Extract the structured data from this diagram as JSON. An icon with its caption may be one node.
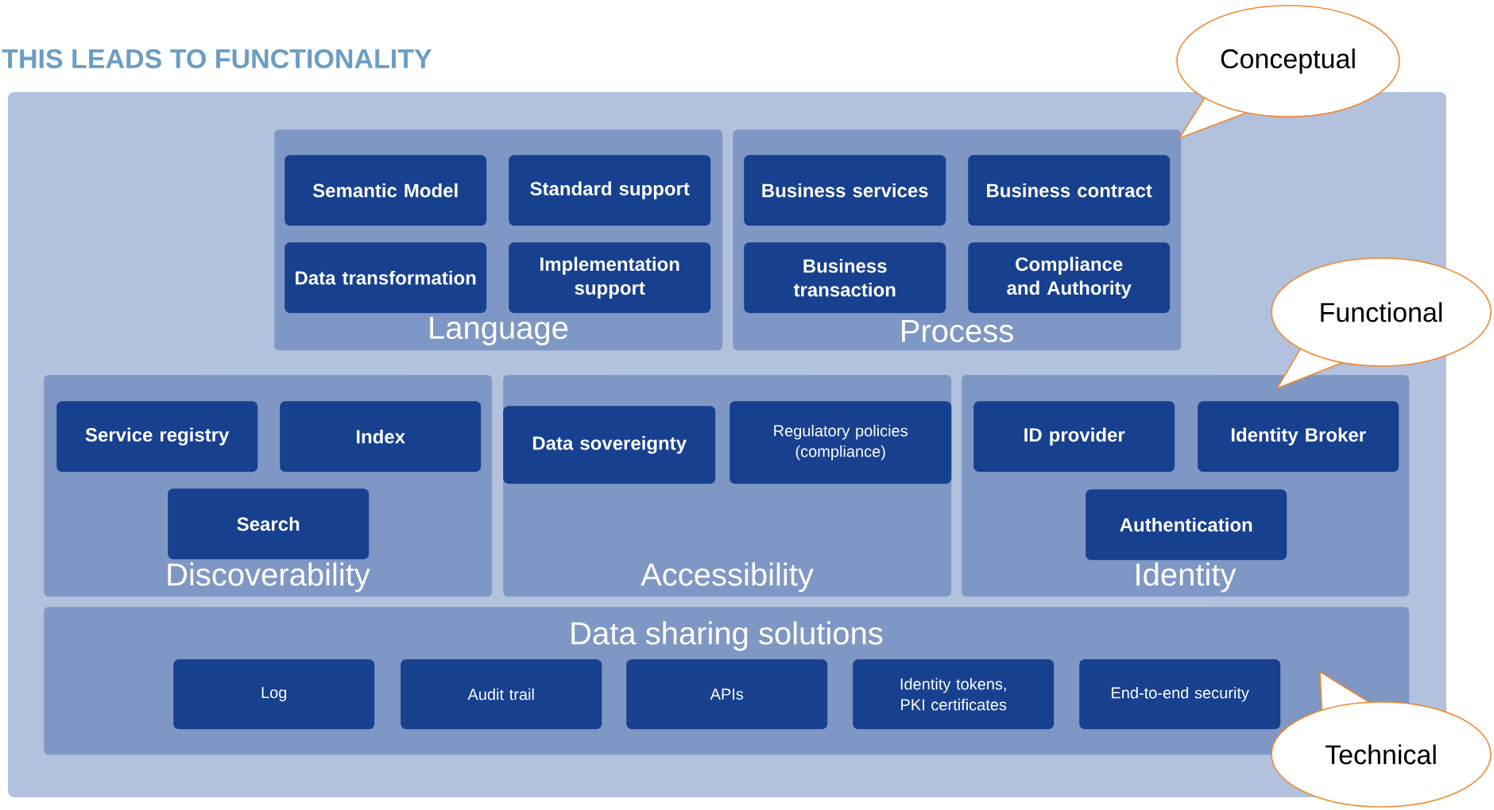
{
  "diagram": {
    "title": "THIS LEADS TO FUNCTIONALITY",
    "nodes": [
      {
        "text": [
          "Language"
        ]
      },
      {
        "text": [
          "Semantic Model"
        ],
        "in": 0
      },
      {
        "text": [
          "Standard support"
        ],
        "in": 0
      },
      {
        "text": [
          "Data transformation"
        ],
        "in": 0
      },
      {
        "text": [
          "Implementation support"
        ],
        "in": 0
      },
      {
        "text": [
          "Process"
        ]
      },
      {
        "text": [
          "Business services"
        ],
        "in": 5
      },
      {
        "text": [
          "Business contract"
        ],
        "in": 5
      },
      {
        "text": [
          "Business transaction"
        ],
        "in": 5
      },
      {
        "text": [
          "Compliance and Authority"
        ],
        "in": 5
      },
      {
        "text": [
          "Discoverability"
        ]
      },
      {
        "text": [
          "Service registry"
        ],
        "in": 10
      },
      {
        "text": [
          "Index"
        ],
        "in": 10
      },
      {
        "text": [
          "Search"
        ],
        "in": 10
      },
      {
        "text": [
          "Accessibility"
        ]
      },
      {
        "text": [
          "Data sovereignty"
        ],
        "in": 14
      },
      {
        "text": [
          "Regulatory policies (compliance)"
        ],
        "in": 14
      },
      {
        "text": [
          "Identity"
        ]
      },
      {
        "text": [
          "ID provider"
        ],
        "in": 17
      },
      {
        "text": [
          "Identity Broker"
        ],
        "in": 17
      },
      {
        "text": [
          "Authentication"
        ],
        "in": 17
      },
      {
        "text": [
          "Data sharing solutions"
        ]
      },
      {
        "text": [
          "Log"
        ],
        "in": 21
      },
      {
        "text": [
          "Audit trail"
        ],
        "in": 21
      },
      {
        "text": [
          "APIs"
        ],
        "in": 21
      },
      {
        "text": [
          "Identity tokens, PKI certificates"
        ],
        "in": 21
      },
      {
        "text": [
          "End-to-end security"
        ],
        "in": 21
      },
      {
        "text": [
          "Conceptual"
        ]
      },
      {
        "text": [
          "Functional"
        ]
      },
      {
        "text": [
          "Technical"
        ]
      }
    ]
  }
}
